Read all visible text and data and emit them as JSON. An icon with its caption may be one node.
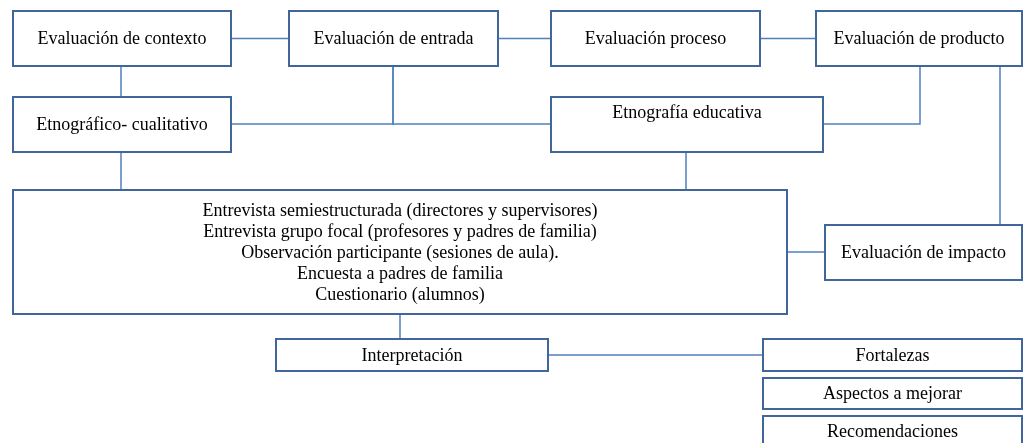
{
  "diagram": {
    "nodes": [
      {
        "text": [
          "Evaluación de contexto"
        ]
      },
      {
        "text": [
          "Evaluación de entrada"
        ]
      },
      {
        "text": [
          "Evaluación proceso"
        ]
      },
      {
        "text": [
          "Evaluación de producto"
        ]
      },
      {
        "text": [
          "Etnográfico- cualitativo"
        ]
      },
      {
        "text": [
          "Etnografía educativa"
        ]
      },
      {
        "text": [
          "Entrevista semiestructurada  (directores y supervisores)",
          "Entrevista grupo focal  (profesores y padres de familia)",
          "Observación participante (sesiones de aula).",
          "Encuesta a padres de familia",
          "Cuestionario (alumnos)"
        ]
      },
      {
        "text": [
          "Evaluación de impacto"
        ]
      },
      {
        "text": [
          "Interpretación"
        ]
      },
      {
        "text": [
          "Fortalezas"
        ]
      },
      {
        "text": [
          "Aspectos a mejorar"
        ]
      },
      {
        "text": [
          "Recomendaciones"
        ]
      }
    ],
    "edges": [
      {
        "from": 0,
        "to": 1,
        "arrow": "none"
      },
      {
        "from": 1,
        "to": 2,
        "arrow": "none"
      },
      {
        "from": 2,
        "to": 3,
        "arrow": "none"
      },
      {
        "from": 0,
        "to": 4,
        "arrow": "none"
      },
      {
        "from": 1,
        "to": 4,
        "arrow": "none"
      },
      {
        "from": 1,
        "to": 5,
        "arrow": "none"
      },
      {
        "from": 3,
        "to": 5,
        "arrow": "none"
      },
      {
        "from": 4,
        "to": 6,
        "arrow": "none"
      },
      {
        "from": 5,
        "to": 6,
        "arrow": "none"
      },
      {
        "from": 3,
        "to": 7,
        "arrow": "none"
      },
      {
        "from": 6,
        "to": 7,
        "arrow": "none"
      },
      {
        "from": 6,
        "to": 8,
        "arrow": "none"
      },
      {
        "from": 8,
        "to": 9,
        "arrow": "none"
      }
    ]
  }
}
